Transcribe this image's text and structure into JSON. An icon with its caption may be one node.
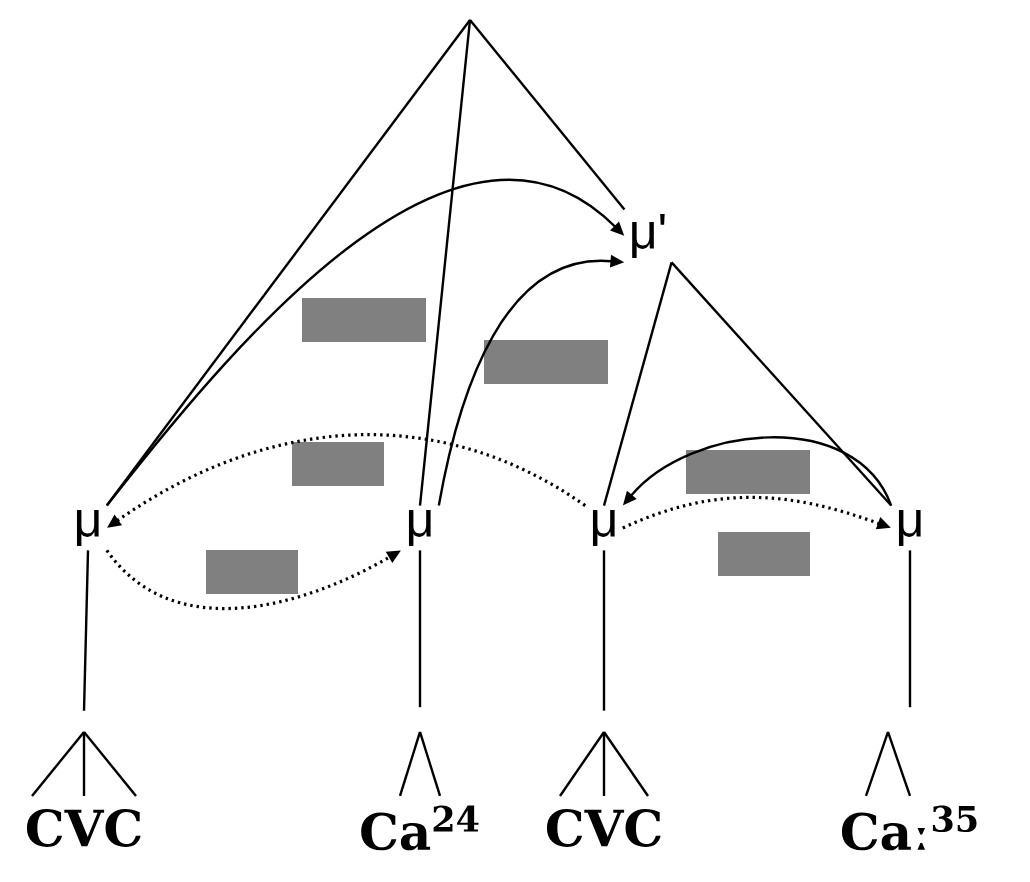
{
  "diagram": {
    "nodes": [
      {
        "text": [
          "μ'"
        ]
      },
      {
        "text": [
          "μ"
        ]
      },
      {
        "text": [
          "μ"
        ]
      },
      {
        "text": [
          "μ"
        ]
      },
      {
        "text": [
          "μ"
        ]
      },
      {
        "text": [
          "CVC"
        ]
      },
      {
        "text": [
          "Ca$^{24}$"
        ]
      },
      {
        "text": [
          "CVC"
        ]
      },
      {
        "text": [
          "Caː$^{35}$"
        ]
      },
      {
        "text": [],
        "shape": "box"
      },
      {
        "text": [],
        "shape": "box"
      },
      {
        "text": [],
        "shape": "box"
      },
      {
        "text": [],
        "shape": "box"
      },
      {
        "text": [],
        "shape": "box"
      },
      {
        "text": [],
        "shape": "box"
      }
    ],
    "edges": [
      {
        "from": null,
        "to": 1,
        "arrow": "none"
      },
      {
        "from": null,
        "to": 2,
        "arrow": "none"
      },
      {
        "from": null,
        "to": 0,
        "arrow": "none"
      },
      {
        "from": 0,
        "to": 3,
        "arrow": "none"
      },
      {
        "from": 0,
        "to": 4,
        "arrow": "none"
      },
      {
        "from": 1,
        "to": 0,
        "arrow": "to"
      },
      {
        "from": 2,
        "to": 0,
        "arrow": "to"
      },
      {
        "from": 3,
        "to": 1,
        "arrow": "to",
        "style": "dashed"
      },
      {
        "from": 1,
        "to": 2,
        "arrow": "to",
        "style": "dashed"
      },
      {
        "from": 4,
        "to": 3,
        "arrow": "to"
      },
      {
        "from": 3,
        "to": 4,
        "arrow": "to",
        "style": "dashed"
      },
      {
        "from": 1,
        "to": 5,
        "arrow": "none"
      },
      {
        "from": 2,
        "to": 6,
        "arrow": "none"
      },
      {
        "from": 3,
        "to": 7,
        "arrow": "none"
      },
      {
        "from": 4,
        "to": 8,
        "arrow": "none"
      }
    ]
  }
}
